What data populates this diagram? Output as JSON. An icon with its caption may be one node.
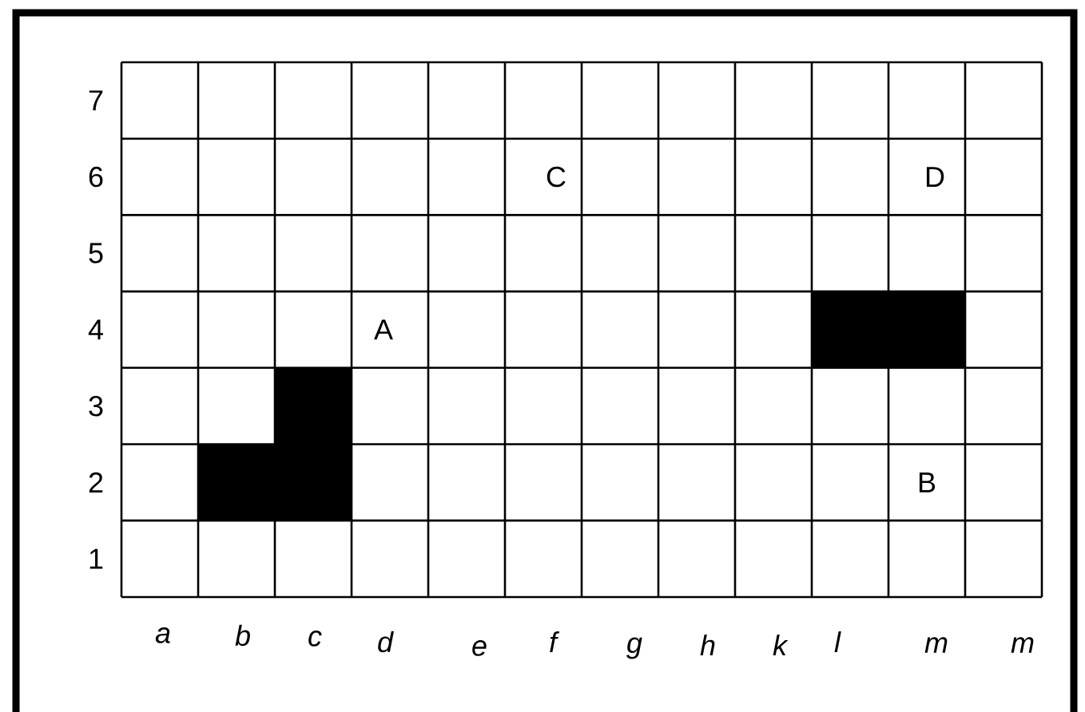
{
  "diagram": {
    "labels": [
      "7",
      "6",
      "C",
      "D",
      "5",
      "4",
      "A",
      "3",
      "2",
      "B",
      "1",
      "a",
      "b",
      "c",
      "d",
      "e",
      "f",
      "g",
      "h",
      "k",
      "l",
      "m",
      "m"
    ]
  }
}
